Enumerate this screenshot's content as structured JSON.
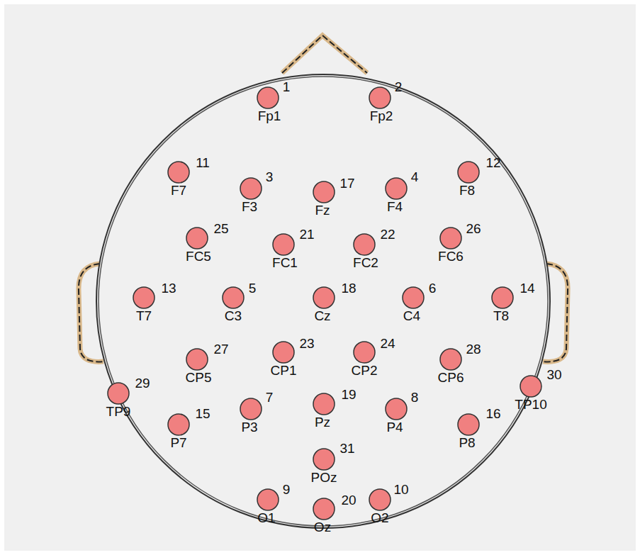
{
  "diagram": {
    "labels": [
      "1",
      "Fp1",
      "2",
      "Fp2",
      "3",
      "F3",
      "4",
      "F4",
      "5",
      "C3",
      "6",
      "C4",
      "7",
      "P3",
      "8",
      "P4",
      "9",
      "O1",
      "10",
      "O2",
      "11",
      "F7",
      "12",
      "F8",
      "13",
      "T7",
      "14",
      "T8",
      "15",
      "P7",
      "16",
      "P8",
      "17",
      "Fz",
      "18",
      "Cz",
      "19",
      "Pz",
      "20",
      "Oz",
      "21",
      "FC1",
      "22",
      "FC2",
      "23",
      "CP1",
      "24",
      "CP2",
      "25",
      "FC5",
      "26",
      "FC6",
      "27",
      "CP5",
      "28",
      "CP6",
      "29",
      "TP9",
      "30",
      "TP10",
      "31",
      "POz"
    ]
  }
}
